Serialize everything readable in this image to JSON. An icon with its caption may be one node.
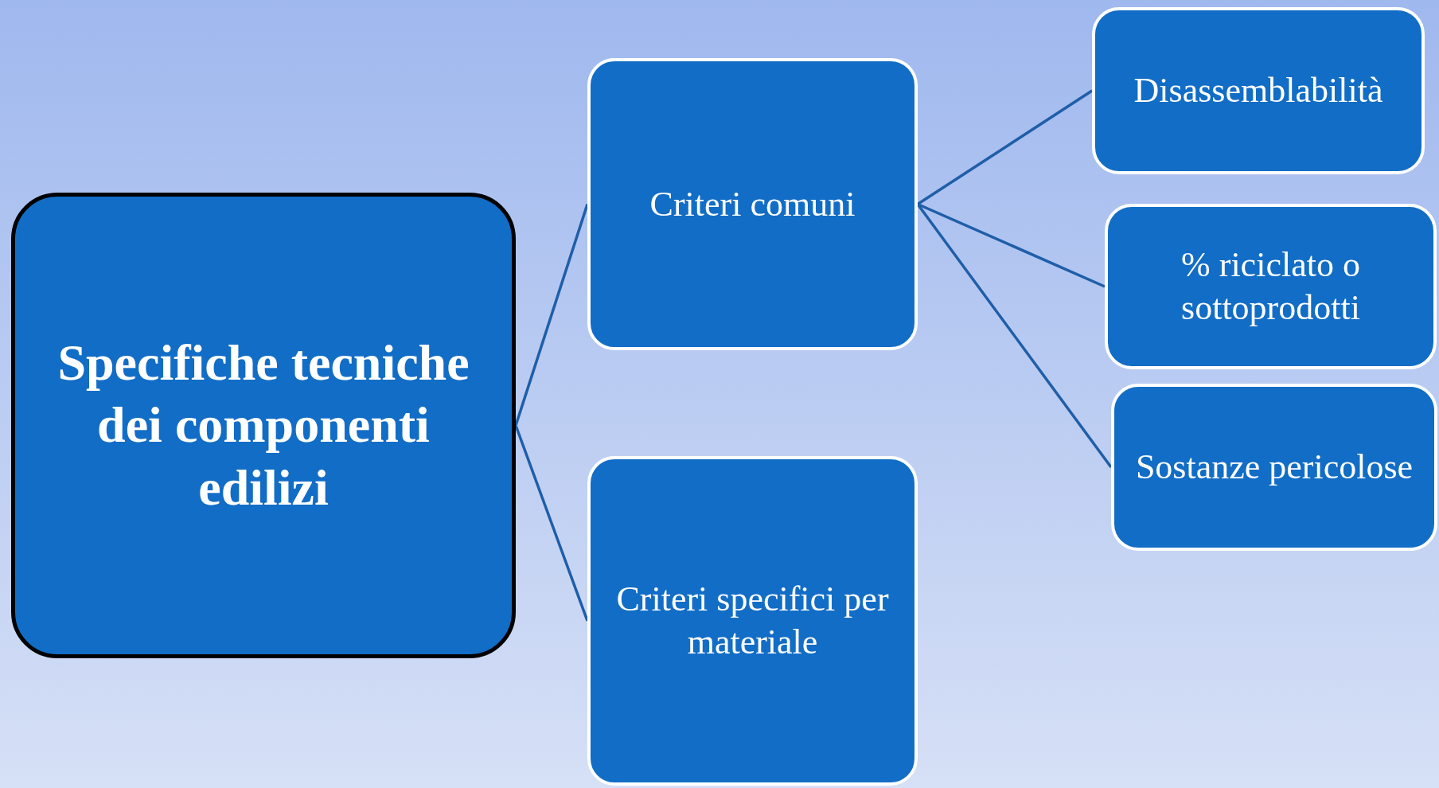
{
  "diagram": {
    "nodes": [
      {
        "text": [
          "Specifiche tecniche dei componenti edilizi"
        ]
      },
      {
        "text": [
          "Criteri comuni"
        ]
      },
      {
        "text": [
          "Criteri specifici per materiale"
        ]
      },
      {
        "text": [
          "Disassemblabilità"
        ]
      },
      {
        "text": [
          "% riciclato o sottoprodotti"
        ]
      },
      {
        "text": [
          "Sostanze pericolose"
        ]
      }
    ],
    "edges": [
      {
        "from": 0,
        "to": 1,
        "arrow": "none"
      },
      {
        "from": 0,
        "to": 2,
        "arrow": "none"
      },
      {
        "from": 1,
        "to": 3,
        "arrow": "none"
      },
      {
        "from": 1,
        "to": 4,
        "arrow": "none"
      },
      {
        "from": 1,
        "to": 5,
        "arrow": "none"
      }
    ]
  }
}
